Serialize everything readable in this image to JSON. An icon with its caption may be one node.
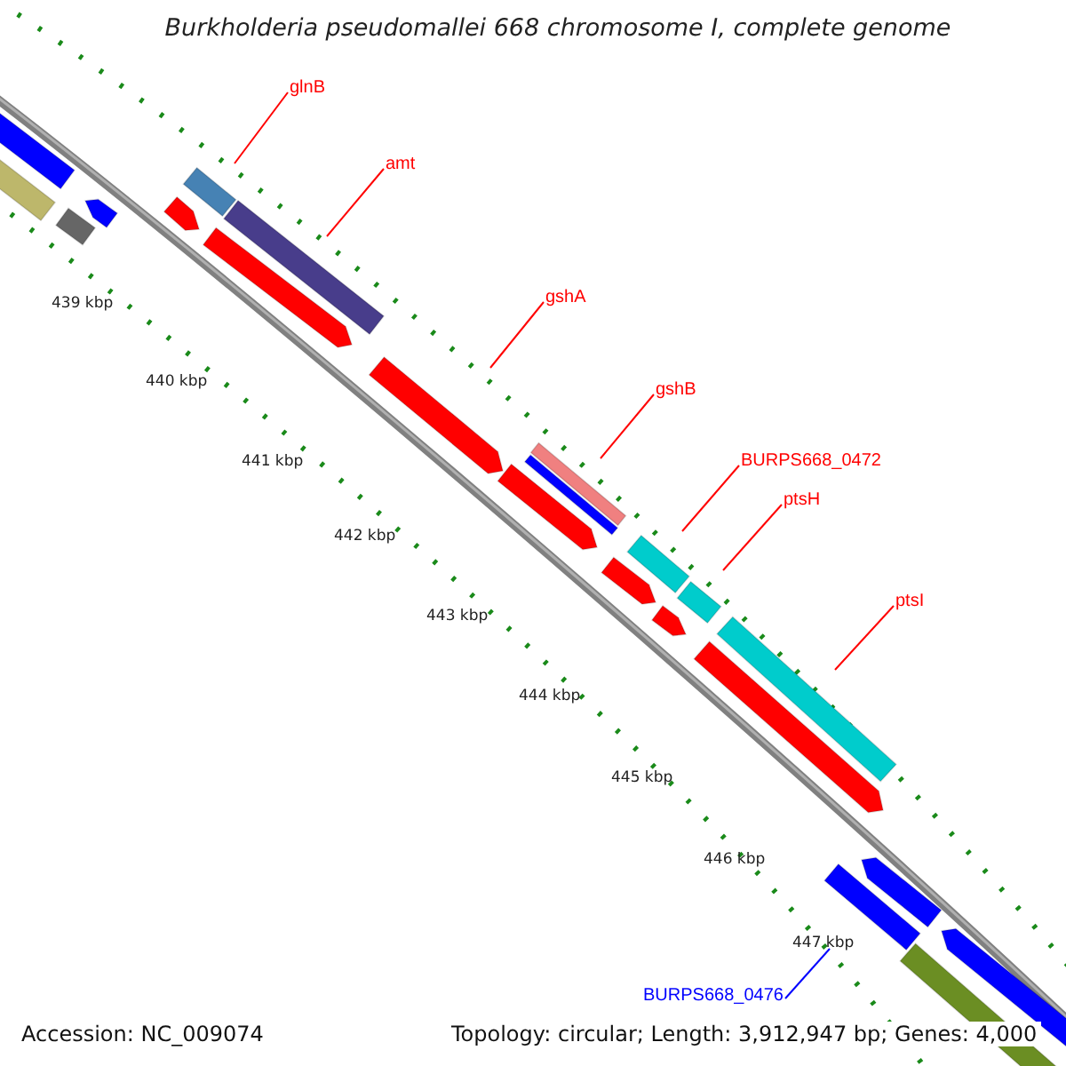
{
  "diagram": {
    "title": "Burkholderia pseudomallei 668 chromosome I, complete genome",
    "nodes": [
      {
        "text": [
          "glnB"
        ]
      },
      {
        "text": [],
        "shape": "bar"
      },
      {
        "text": [
          "amt"
        ]
      },
      {
        "text": [],
        "shape": "bar"
      },
      {
        "text": [
          "gshA"
        ]
      },
      {
        "text": [],
        "shape": "arrow"
      },
      {
        "text": [
          "gshB"
        ]
      },
      {
        "text": [],
        "shape": "bar"
      },
      {
        "text": [
          "BURPS668_0472"
        ]
      },
      {
        "text": [],
        "shape": "bar"
      },
      {
        "text": [
          "ptsH"
        ]
      },
      {
        "text": [],
        "shape": "bar"
      },
      {
        "text": [
          "ptsI"
        ]
      },
      {
        "text": [],
        "shape": "bar"
      },
      {
        "text": [
          "BURPS668_0476"
        ]
      },
      {
        "text": [],
        "shape": "bar"
      },
      {
        "text": [],
        "shape": "bar"
      },
      {
        "text": [],
        "shape": "bar"
      },
      {
        "text": [],
        "shape": "arrow"
      },
      {
        "text": [],
        "shape": "bar"
      },
      {
        "text": [],
        "shape": "arrow"
      },
      {
        "text": [],
        "shape": "arrow"
      },
      {
        "text": [],
        "shape": "arrow"
      },
      {
        "text": [],
        "shape": "arrow"
      },
      {
        "text": [],
        "shape": "arrow"
      },
      {
        "text": [],
        "shape": "arrow"
      },
      {
        "text": [],
        "shape": "arrow"
      },
      {
        "text": [],
        "shape": "arrow"
      },
      {
        "text": [],
        "shape": "bar"
      }
    ],
    "edges": [
      {
        "from": 0,
        "to": 1,
        "arrow": "none"
      },
      {
        "from": 2,
        "to": 3,
        "arrow": "none"
      },
      {
        "from": 4,
        "to": 5,
        "arrow": "none"
      },
      {
        "from": 6,
        "to": 7,
        "arrow": "none"
      },
      {
        "from": 8,
        "to": 9,
        "arrow": "none"
      },
      {
        "from": 10,
        "to": 11,
        "arrow": "none"
      },
      {
        "from": 12,
        "to": 13,
        "arrow": "none"
      },
      {
        "from": 14,
        "to": 15,
        "arrow": "none",
        "color": "#0000ff"
      }
    ],
    "labels": [
      "439 kbp",
      "440 kbp",
      "441 kbp",
      "442 kbp",
      "443 kbp",
      "444 kbp",
      "445 kbp",
      "446 kbp",
      "447 kbp",
      "Accession: NC_009074",
      "Topology: circular; Length: 3,912,947 bp; Genes: 4,000"
    ]
  }
}
